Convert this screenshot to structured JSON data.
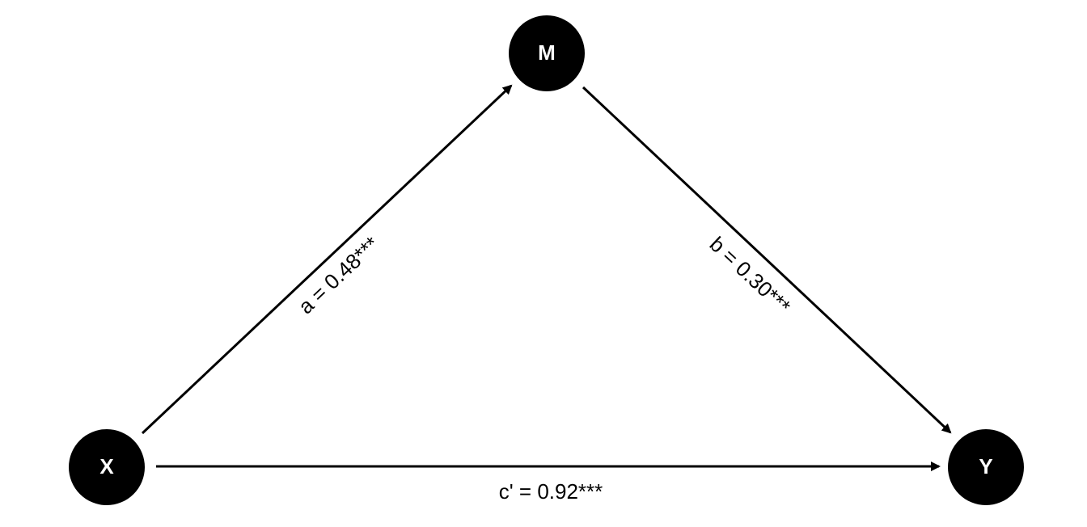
{
  "colors": {
    "node_fill": "#000000",
    "node_text": "#ffffff",
    "edge": "#000000",
    "label_text": "#000000"
  },
  "nodes": {
    "x": {
      "label": "X"
    },
    "m": {
      "label": "M"
    },
    "y": {
      "label": "Y"
    }
  },
  "edges": {
    "a": {
      "label": "a = 0.48***"
    },
    "b": {
      "label": "b = 0.30***"
    },
    "c": {
      "label": "c' = 0.92***"
    }
  }
}
